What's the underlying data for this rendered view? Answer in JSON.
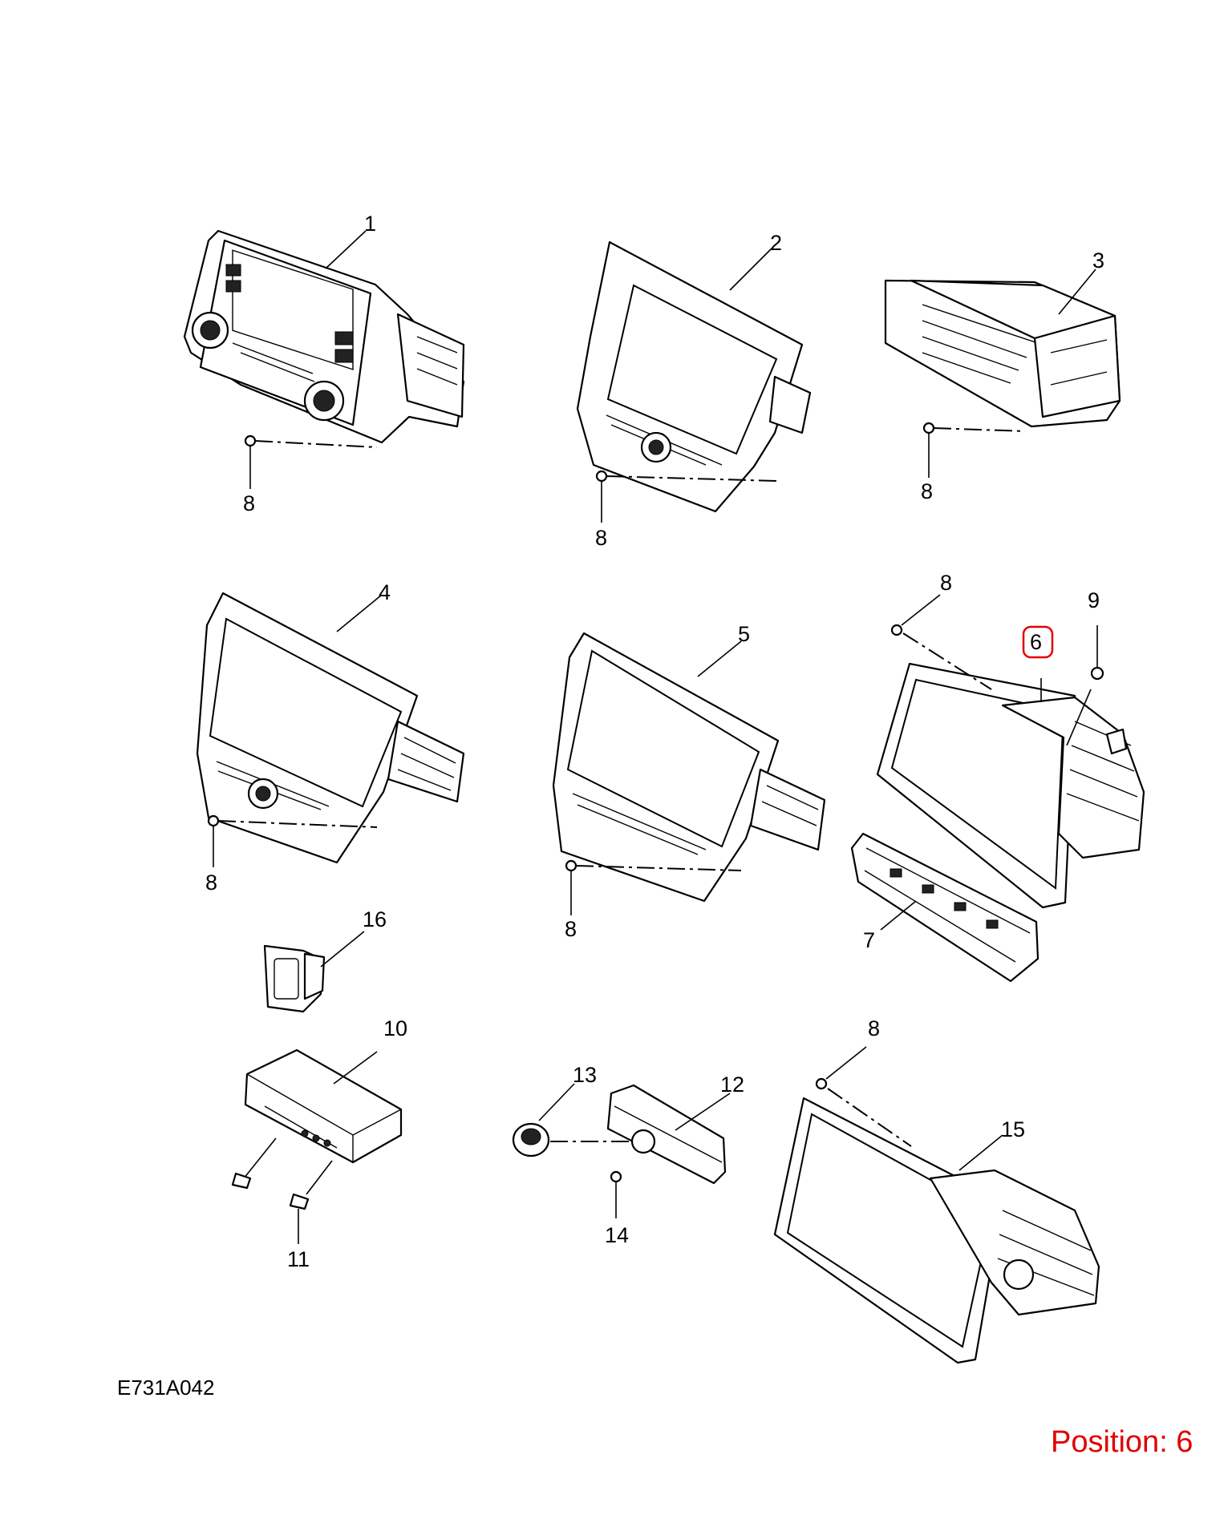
{
  "figure_code": "E731A042",
  "position_label": "Position: 6",
  "highlight_color": "#e00000",
  "callouts": {
    "c1": "1",
    "c2": "2",
    "c3": "3",
    "c4": "4",
    "c5": "5",
    "c6": "6",
    "c7": "7",
    "c9": "9",
    "c10": "10",
    "c11": "11",
    "c12": "12",
    "c13": "13",
    "c14": "14",
    "c15": "15",
    "c16": "16",
    "screw": "8"
  }
}
